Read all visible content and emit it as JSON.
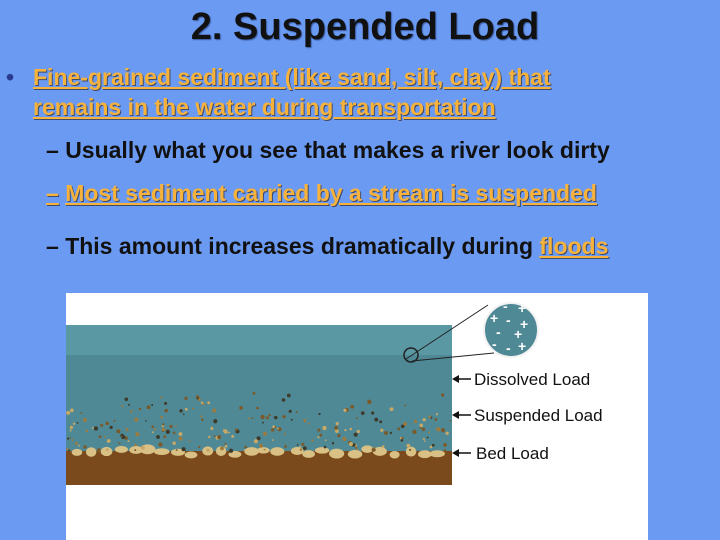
{
  "title": "2.  Suspended Load",
  "bullet": "•",
  "main_point": {
    "line1": "Fine-grained sediment (like sand, silt, clay) that",
    "line2": "remains in the water during transportation"
  },
  "subpoints": [
    {
      "dash": "–",
      "text": "Usually what you see that makes a river look dirty"
    },
    {
      "dash": "–",
      "text": "Most sediment carried by a stream is suspended"
    },
    {
      "dash": "–",
      "text": "This amount increases dramatically during ",
      "link": "floods"
    }
  ],
  "figure": {
    "labels": {
      "dissolved": "Dissolved Load",
      "suspended": "Suspended Load",
      "bed": "Bed Load"
    },
    "ion_signs": [
      "-",
      "+",
      "+",
      "-",
      "+",
      "-",
      "+",
      "-",
      "-",
      "+"
    ],
    "colors": {
      "water": "#4f8996",
      "water_top": "#5a98a4",
      "bed": "#7a4a1c",
      "bed_stones": "#d9c185",
      "background": "#ffffff"
    }
  }
}
